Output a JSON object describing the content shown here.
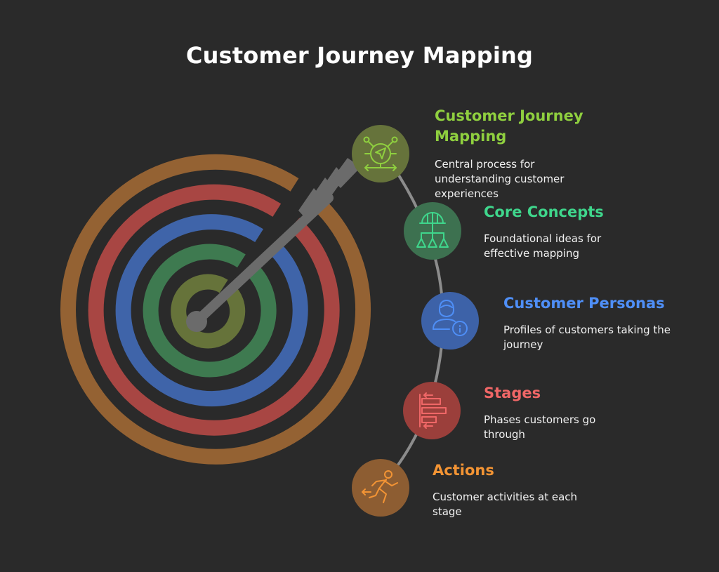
{
  "title": "Customer Journey Mapping",
  "items": [
    {
      "title_line1": "Customer Journey",
      "title_line2": "Mapping",
      "description": "Central process for understanding customer experiences",
      "icon": "navigation-compass-icon",
      "color": "#8fcf3f",
      "node_color": "#66733b"
    },
    {
      "title": "Core Concepts",
      "description": "Foundational ideas for effective mapping",
      "icon": "hierarchy-helmet-icon",
      "color": "#3fd68c",
      "node_color": "#3d7150"
    },
    {
      "title": "Customer Personas",
      "description": "Profiles of customers taking the journey",
      "icon": "user-info-icon",
      "color": "#4f8ff7",
      "node_color": "#3d62a8"
    },
    {
      "title": "Stages",
      "description": "Phases customers go through",
      "icon": "bar-stages-icon",
      "color": "#f06767",
      "node_color": "#9b3f3b"
    },
    {
      "title": "Actions",
      "description": "Customer activities at each stage",
      "icon": "running-person-icon",
      "color": "#f39434",
      "node_color": "#8d5d32"
    }
  ],
  "colors": {
    "background": "#2a2a2a",
    "ring_outer": "#946233",
    "ring_red": "#a84643",
    "ring_blue": "#3f64a9",
    "ring_green": "#3e7a50",
    "ring_olive": "#66733a",
    "arrow": "#6b6b6b",
    "connector": "#8c8c8c"
  }
}
